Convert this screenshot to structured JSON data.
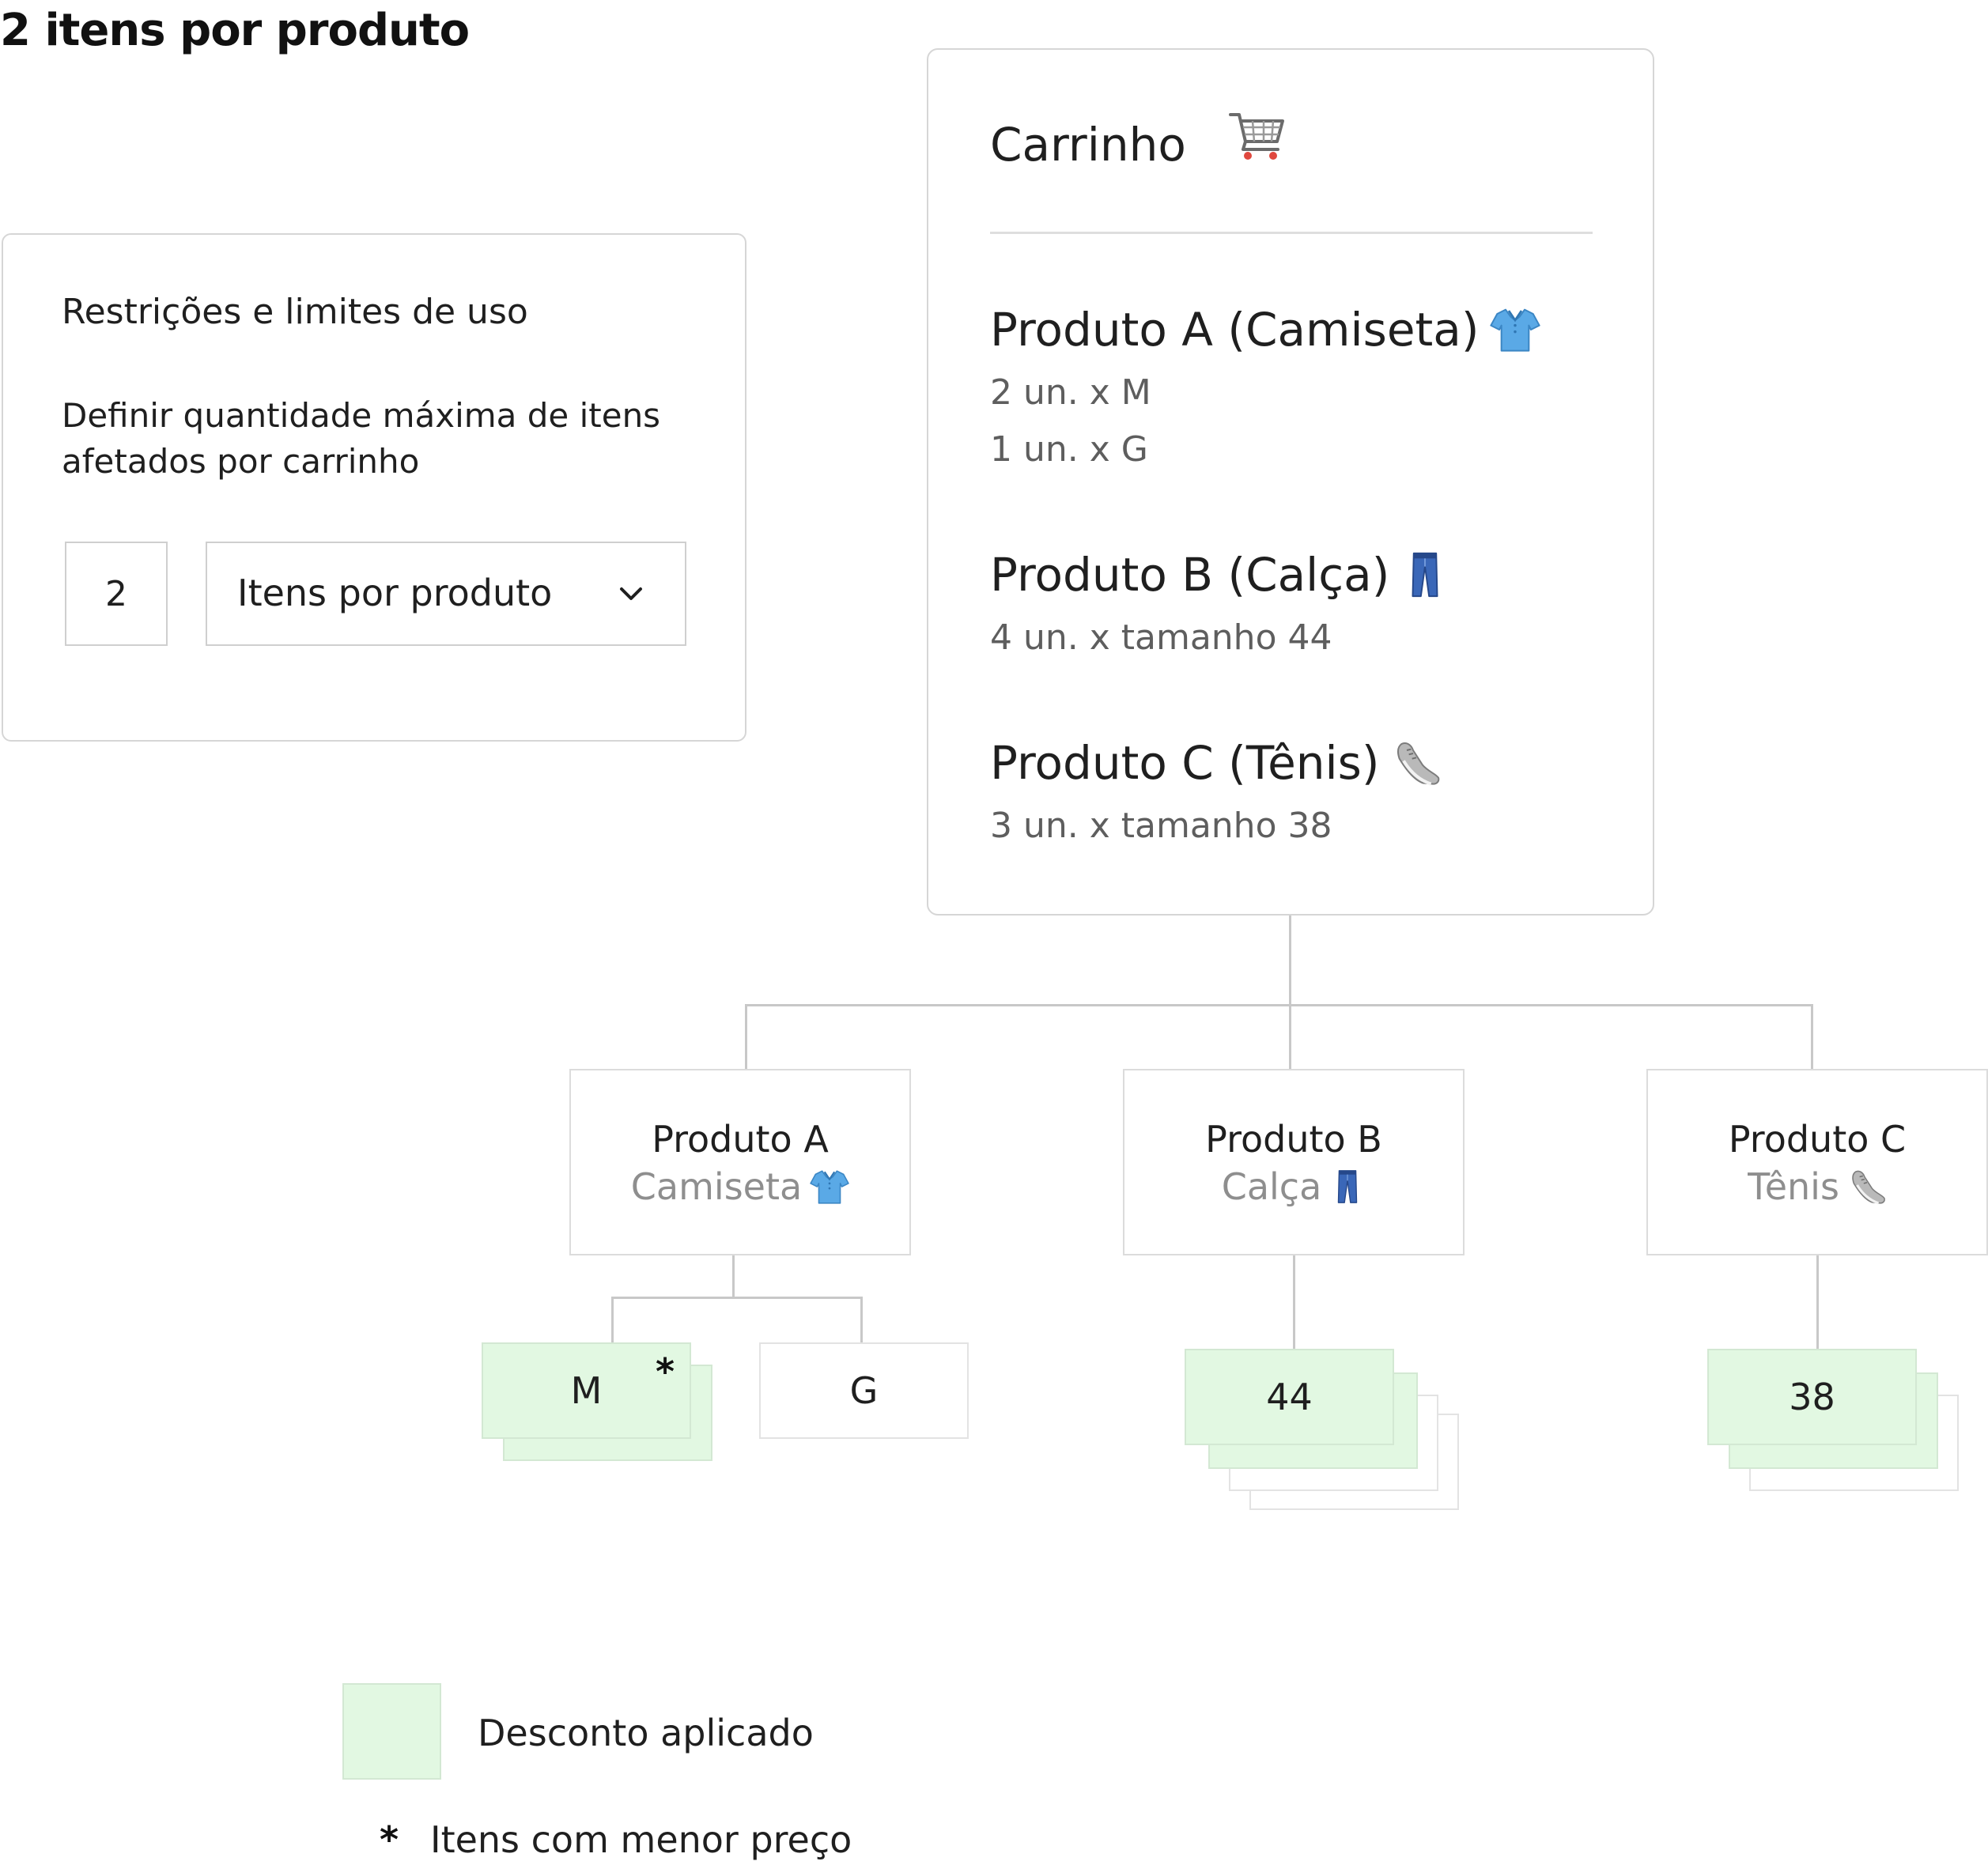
{
  "page_title": "2 itens por produto",
  "restrictions": {
    "title": "Restrições e limites de uso",
    "description": "Definir quantidade máxima de itens afetados por carrinho",
    "quantity_value": "2",
    "mode_selected": "Itens por produto",
    "chevron_icon": "chevron-down-icon"
  },
  "cart": {
    "title": "Carrinho",
    "icon": "shopping-cart-icon",
    "products": [
      {
        "heading": "Produto A (Camiseta)",
        "icon": "tshirt-icon",
        "lines": [
          "2 un. x M",
          "1 un. x G"
        ]
      },
      {
        "heading": "Produto B (Calça)",
        "icon": "jeans-icon",
        "lines": [
          "4 un. x tamanho 44"
        ]
      },
      {
        "heading": "Produto C (Tênis)",
        "icon": "sneaker-icon",
        "lines": [
          "3 un. x  tamanho 38"
        ]
      }
    ]
  },
  "tree": {
    "nodes": [
      {
        "name": "Produto A",
        "sub": "Camiseta",
        "icon": "tshirt-icon"
      },
      {
        "name": "Produto B",
        "sub": "Calça",
        "icon": "jeans-icon"
      },
      {
        "name": "Produto C",
        "sub": "Tênis",
        "icon": "sneaker-icon"
      }
    ],
    "variants": {
      "a_m": {
        "label": "M",
        "discounted": true,
        "lowest_price": true,
        "mark": "*"
      },
      "a_g": {
        "label": "G",
        "discounted": false
      },
      "b_44": {
        "label": "44",
        "discounted": true
      },
      "c_38": {
        "label": "38",
        "discounted": true
      }
    }
  },
  "legend": {
    "discount_label": "Desconto aplicado",
    "discount_color": "#e2f8e2",
    "lowest_mark": "*",
    "lowest_label": "Itens com menor preço"
  },
  "colors": {
    "discount_fill": "#e2f8e2",
    "border": "#d6d6d6",
    "connector": "#c8c8c8",
    "shirt": "#5aa9e6",
    "jeans": "#2f5fae",
    "sneaker": "#9a9a9a"
  }
}
